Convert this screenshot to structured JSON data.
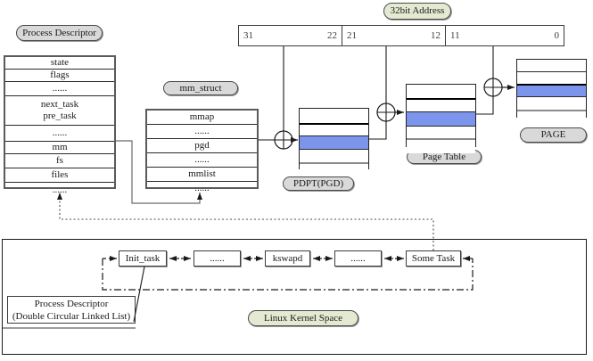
{
  "pills": {
    "process_descriptor": "Process Descriptor",
    "mm_struct": "mm_struct",
    "address_32bit": "32bit Address",
    "pdpt": "PDPT(PGD)",
    "page_table": "Page Table",
    "page": "PAGE",
    "linux_kernel_space": "Linux Kernel Space"
  },
  "process_descriptor": {
    "rows": [
      "state",
      "flags",
      "......",
      "next_task",
      "pre_task",
      "......",
      "mm",
      "fs",
      "files",
      "......"
    ]
  },
  "mm_struct": {
    "rows": [
      "mmap",
      "......",
      "pgd",
      "......",
      "mmlist",
      "......"
    ]
  },
  "address_fields": [
    {
      "high": "31",
      "low": "22"
    },
    {
      "high": "21",
      "low": "12"
    },
    {
      "high": "11",
      "low": "0"
    }
  ],
  "tasks": [
    "Init_task",
    "......",
    "kswapd",
    "......",
    "Some Task"
  ],
  "callout": {
    "line1": "Process Descriptor",
    "line2": "(Double  Circular Linked List)"
  },
  "colors": {
    "highlight_blue": "#7b95ec",
    "pill_gray": "#d9d9d9",
    "pill_green": "#e4ead2"
  }
}
